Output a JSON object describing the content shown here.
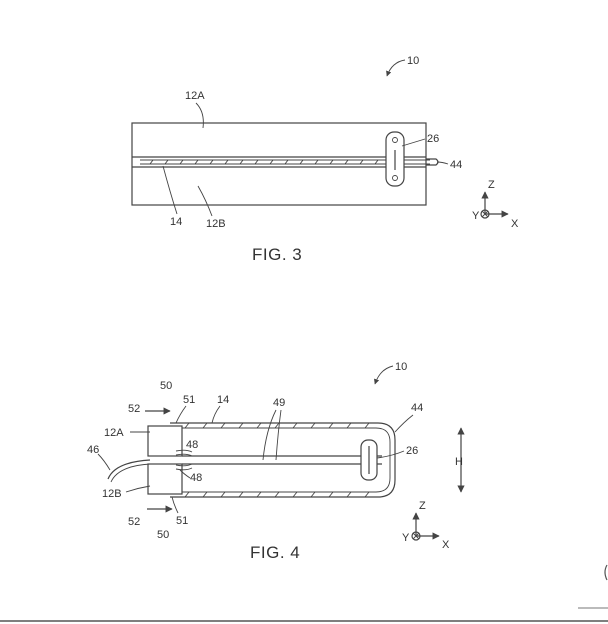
{
  "fig3": {
    "caption": "FIG. 3",
    "ref_device": "10",
    "ref_upper": "12A",
    "ref_lower": "12B",
    "ref_hinge": "14",
    "ref_clip": "26",
    "ref_tab": "44",
    "axis": {
      "z": "Z",
      "y": "Y",
      "x": "X"
    }
  },
  "fig4": {
    "caption": "FIG. 4",
    "ref_device": "10",
    "ref_50_top": "50",
    "ref_52_top": "52",
    "ref_51_top": "51",
    "ref_14": "14",
    "ref_49": "49",
    "ref_44": "44",
    "ref_12a": "12A",
    "ref_46": "46",
    "ref_48_top": "48",
    "ref_48_bot": "48",
    "ref_26": "26",
    "ref_h": "H",
    "ref_12b": "12B",
    "ref_52_bot": "52",
    "ref_51_bot": "51",
    "ref_50_bot": "50",
    "axis": {
      "z": "Z",
      "y": "Y",
      "x": "X"
    }
  }
}
